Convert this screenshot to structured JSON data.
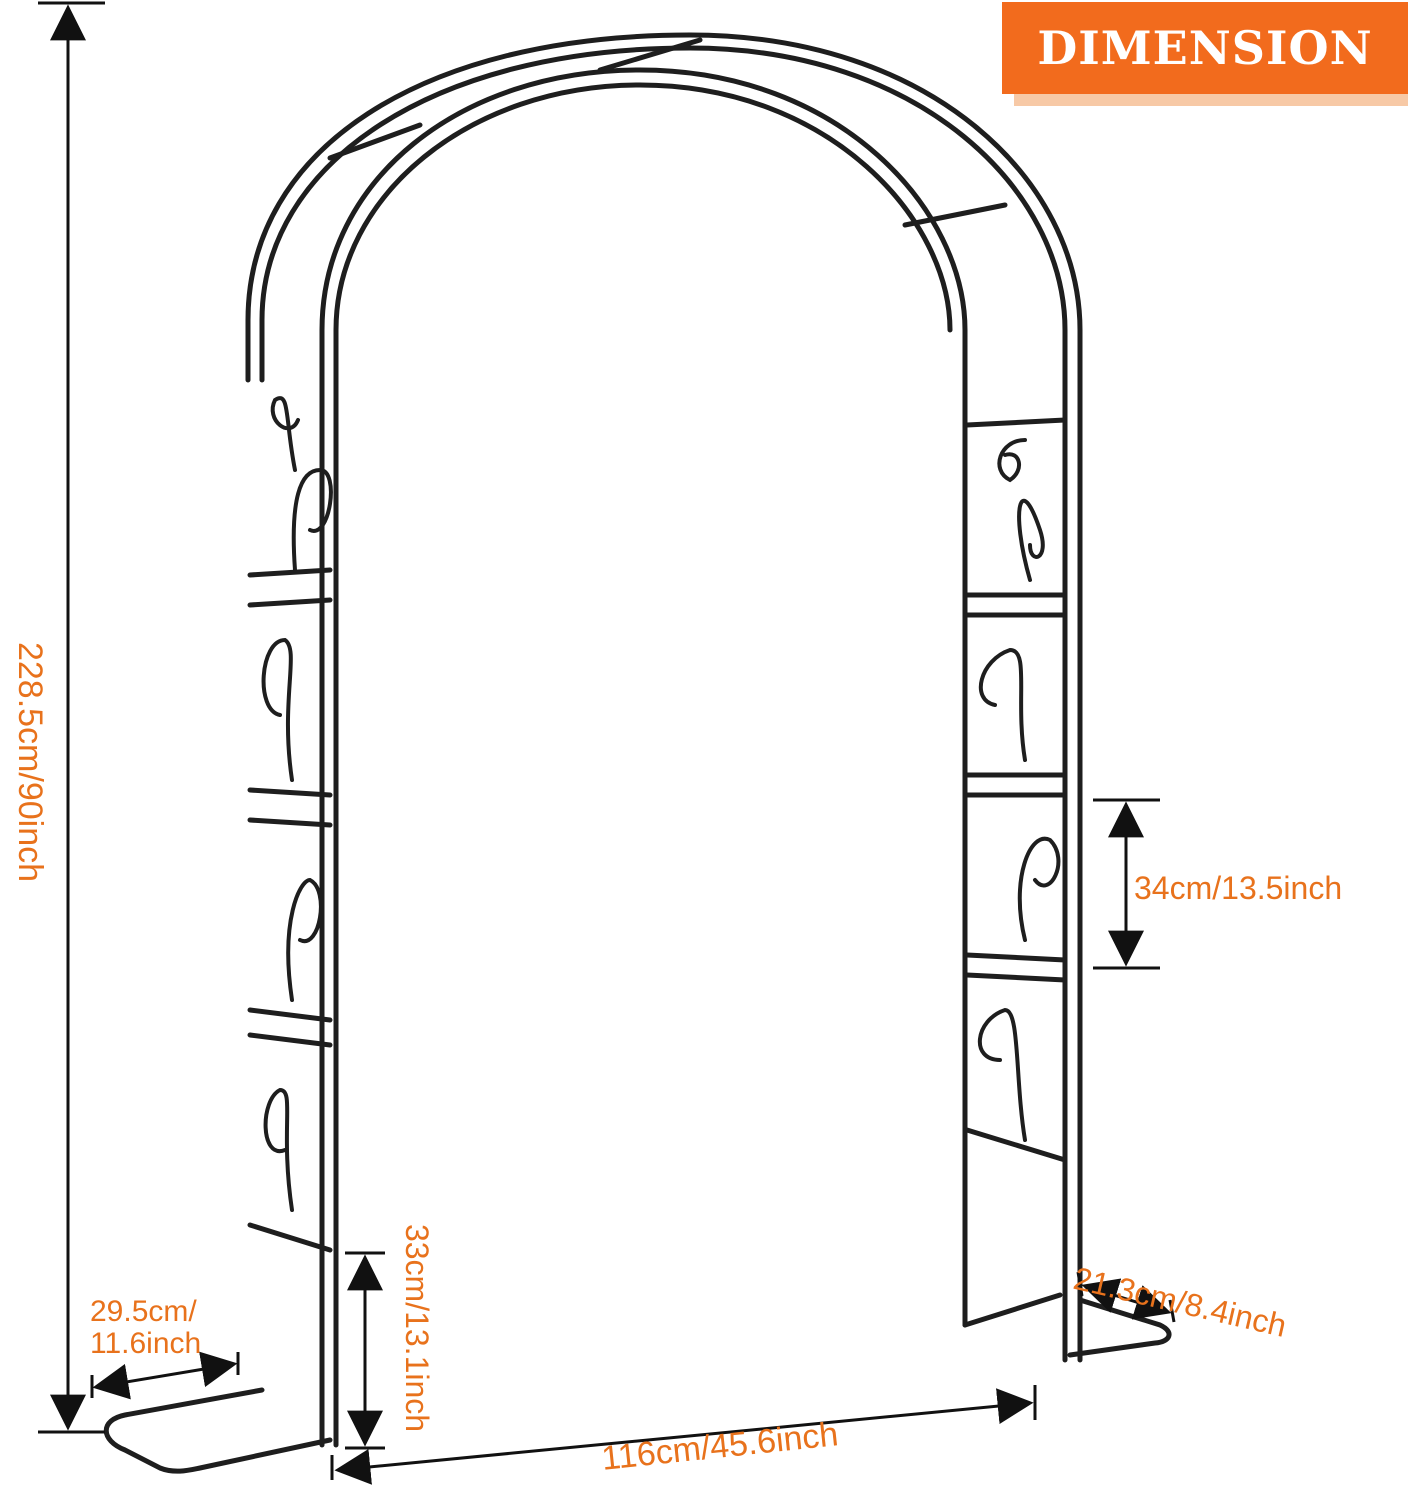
{
  "badge": {
    "label": "DIMENSION"
  },
  "dimensions": {
    "total_height": "228.5cm/90inch",
    "panel_height": "34cm/13.5inch",
    "base_height": "33cm/13.1inch",
    "base_depth_left_line1": "29.5cm/",
    "base_depth_left_line2": "11.6inch",
    "base_depth_right": "21.3cm/8.4inch",
    "width": "116cm/45.6inch"
  },
  "colors": {
    "accent": "#f26b1d",
    "dimension_text": "#e8721c",
    "frame": "#1e1e1e"
  }
}
